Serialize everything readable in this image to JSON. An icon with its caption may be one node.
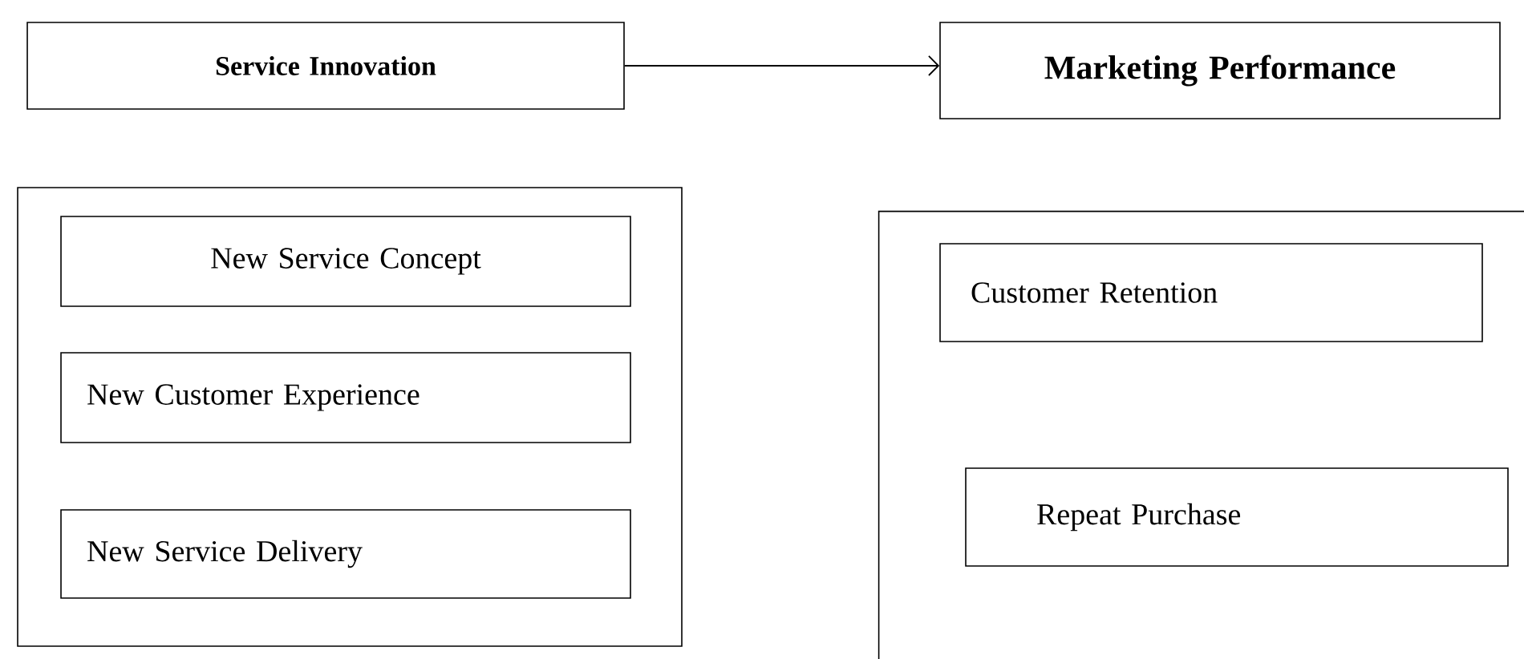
{
  "diagram": {
    "nodes": [
      {
        "text": [
          "Service Innovation"
        ]
      },
      {
        "text": [
          "Marketing Performance"
        ]
      },
      {
        "text": [],
        "shape": "box"
      },
      {
        "text": [
          "New Service Concept"
        ],
        "in": 2
      },
      {
        "text": [
          "New Customer Experience"
        ],
        "in": 2
      },
      {
        "text": [
          "New Service Delivery"
        ],
        "in": 2
      },
      {
        "text": [],
        "shape": "box"
      },
      {
        "text": [
          "Customer Retention"
        ],
        "in": 6
      },
      {
        "text": [
          "Repeat Purchase"
        ],
        "in": 6
      }
    ],
    "edges": [
      {
        "from": 0,
        "to": 1,
        "arrow": "to"
      }
    ]
  }
}
